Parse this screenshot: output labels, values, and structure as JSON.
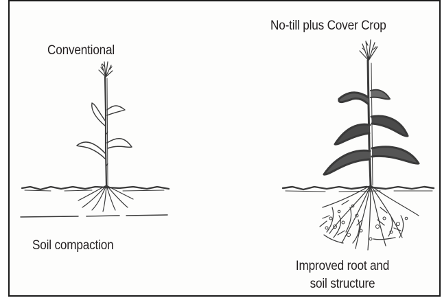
{
  "diagram": {
    "left_panel": {
      "top_label": "Conventional",
      "bottom_label": "Soil compaction"
    },
    "right_panel": {
      "top_label": "No-till plus Cover Crop",
      "bottom_label_line1": "Improved root and",
      "bottom_label_line2": "soil structure"
    }
  },
  "colors": {
    "ink": "#3a3a3a",
    "frame": "#1a1a1a",
    "background": "#fdfdfc"
  },
  "icons": [
    "conventional-corn-plant-sketch",
    "no-till-corn-plant-sketch"
  ]
}
